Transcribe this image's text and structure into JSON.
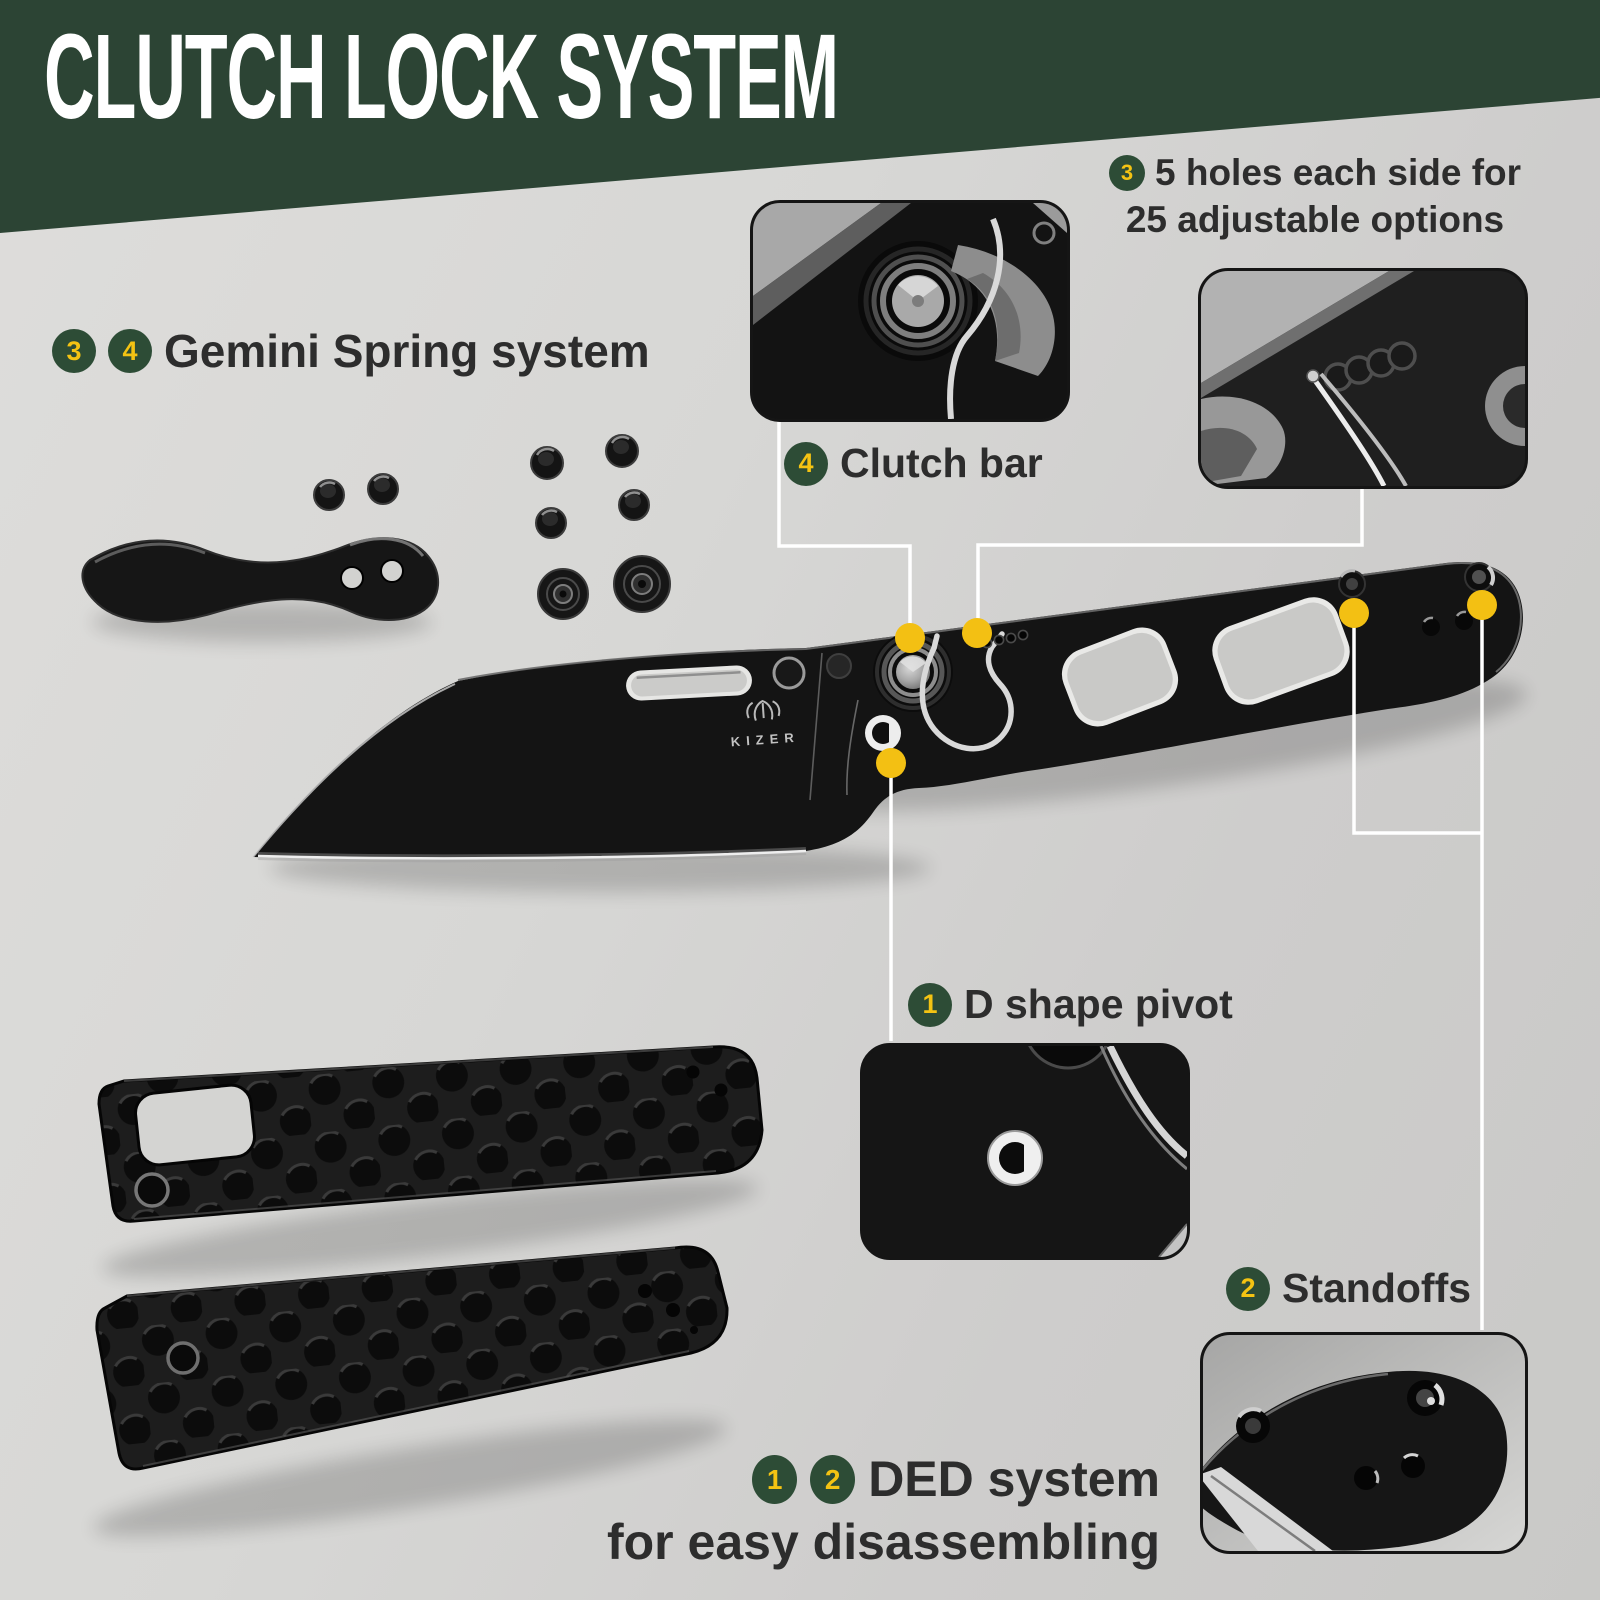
{
  "header": {
    "title": "CLUTCH LOCK SYSTEM"
  },
  "labels": {
    "gemini": {
      "badge1": "3",
      "badge2": "4",
      "text": "Gemini Spring system"
    },
    "five_holes": {
      "badge": "3",
      "line1": "5 holes each side for",
      "line2": "25 adjustable options"
    },
    "clutch_bar": {
      "badge": "4",
      "text": "Clutch bar"
    },
    "d_pivot": {
      "badge": "1",
      "text": "D shape pivot"
    },
    "standoffs": {
      "badge": "2",
      "text": "Standoffs"
    },
    "ded": {
      "badge1": "1",
      "badge2": "2",
      "line1": "DED system",
      "line2": "for easy disassembling"
    }
  },
  "brand": {
    "blade_logo": "KIZER"
  },
  "colors": {
    "banner_green": "#2c4434",
    "badge_green": "#2d4c36",
    "badge_number_yellow": "#f4c313",
    "label_text": "#2d2d2d",
    "background_gray": "#d8d8d6",
    "marker_dot_yellow": "#f3c013",
    "connector_line": "#ffffff"
  }
}
